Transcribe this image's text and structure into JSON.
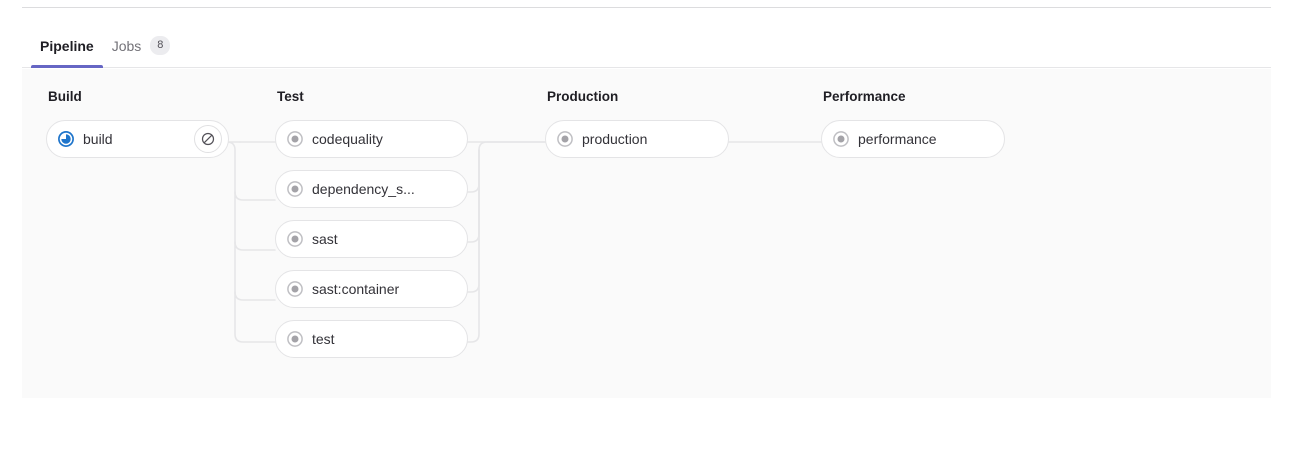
{
  "tabs": [
    {
      "label": "Pipeline",
      "active": true,
      "badge": null
    },
    {
      "label": "Jobs",
      "active": false,
      "badge": "8"
    }
  ],
  "colors": {
    "accent": "#6666c4",
    "panel_background": "#fafafa",
    "pill_background": "#ffffff",
    "pill_border": "#e4e4e6",
    "status_running": "#1f75cb",
    "status_created": "#a4a3a8",
    "edge": "#e6e6e8",
    "badge_background": "#ececef",
    "text_primary": "#1f1e24",
    "text_muted": "#737278"
  },
  "pipeline": {
    "stages": [
      {
        "name": "Build",
        "jobs": [
          {
            "name": "build",
            "status": "running",
            "status_icon": "status-running-icon",
            "action": {
              "icon": "cancel-icon",
              "label": "Cancel"
            }
          }
        ]
      },
      {
        "name": "Test",
        "jobs": [
          {
            "name": "codequality",
            "status": "created",
            "status_icon": "status-created-icon",
            "action": null
          },
          {
            "name": "dependency_s...",
            "status": "created",
            "status_icon": "status-created-icon",
            "action": null
          },
          {
            "name": "sast",
            "status": "created",
            "status_icon": "status-created-icon",
            "action": null
          },
          {
            "name": "sast:container",
            "status": "created",
            "status_icon": "status-created-icon",
            "action": null
          },
          {
            "name": "test",
            "status": "created",
            "status_icon": "status-created-icon",
            "action": null
          }
        ]
      },
      {
        "name": "Production",
        "jobs": [
          {
            "name": "production",
            "status": "created",
            "status_icon": "status-created-icon",
            "action": null
          }
        ]
      },
      {
        "name": "Performance",
        "jobs": [
          {
            "name": "performance",
            "status": "created",
            "status_icon": "status-created-icon",
            "action": null
          }
        ]
      }
    ]
  }
}
